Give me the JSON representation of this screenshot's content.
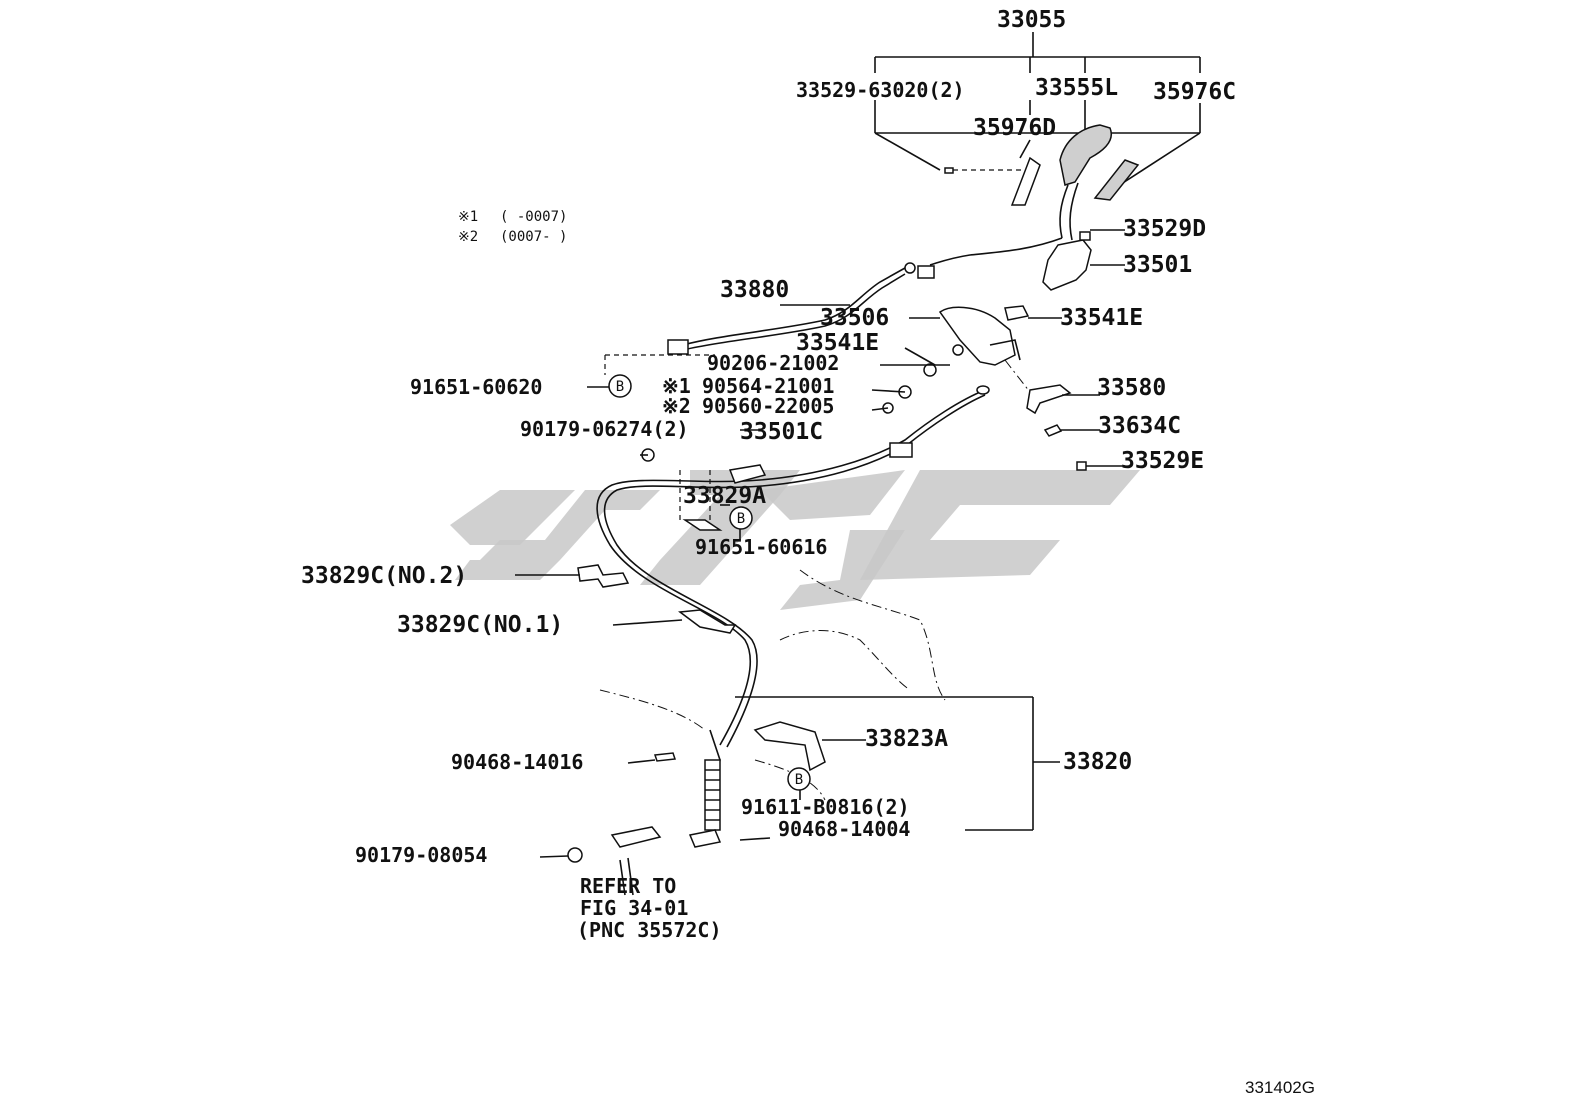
{
  "diagram": {
    "figure_code": "331402G",
    "notes": [
      {
        "mark": "※1",
        "text": "(      -0007)"
      },
      {
        "mark": "※2",
        "text": "(0007-      )"
      }
    ],
    "labels": {
      "p33055": "33055",
      "p33529_63020": "33529-63020(2)",
      "p33555L": "33555L",
      "p35976C": "35976C",
      "p35976D": "35976D",
      "p33529D": "33529D",
      "p33501": "33501",
      "p33880": "33880",
      "p33506": "33506",
      "p33541E_r": "33541E",
      "p33541E_l": "33541E",
      "p90206": "90206-21002",
      "p91651_60620": "91651-60620",
      "mark1": "※1",
      "p90564": "90564-21001",
      "mark2": "※2",
      "p90560": "90560-22005",
      "p33580": "33580",
      "p90179_06274": "90179-06274(2)",
      "p33501C": "33501C",
      "p33634C": "33634C",
      "p33529E": "33529E",
      "p33829A": "33829A",
      "p91651_60616": "91651-60616",
      "p33829C2": "33829C(NO.2)",
      "p33829C1": "33829C(NO.1)",
      "p33823A": "33823A",
      "p33820": "33820",
      "p90468_14016": "90468-14016",
      "p91611": "91611-B0816(2)",
      "p90468_14004": "90468-14004",
      "p90179_08054": "90179-08054",
      "refer1": "REFER TO",
      "refer2": "FIG 34-01",
      "refer3": "(PNC 35572C)",
      "badge_b": "B"
    }
  }
}
